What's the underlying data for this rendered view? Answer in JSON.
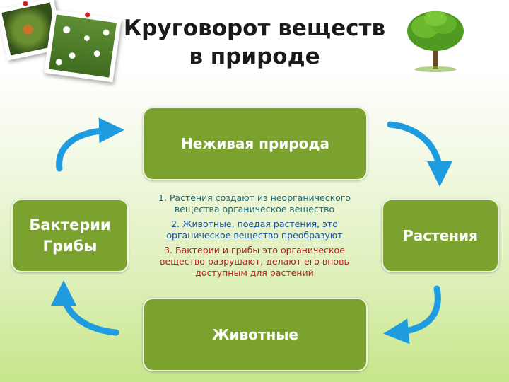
{
  "title": {
    "line1": "Круговорот веществ",
    "line2": "в природе"
  },
  "nodes": {
    "top": "Неживая природа",
    "right": "Растения",
    "bottom": "Животные",
    "left_line1": "Бактерии",
    "left_line2": "Грибы"
  },
  "notes": [
    "1. Растения создают из неорганического вещества органическое вещество",
    "2. Животные, поедая растения, это органическое вещество преобразуют",
    "3. Бактерии и грибы это органическое вещество разрушают, делают его вновь доступным для растений"
  ],
  "colors": {
    "box": "#7ba22f",
    "arrow": "#1f9be0",
    "note1": "#1f6b7a",
    "note2": "#1a4fa0",
    "note3": "#b22222"
  },
  "icons": [
    "insect-photo",
    "meadow-flowers-photo",
    "tree-icon",
    "curved-arrow-icon"
  ]
}
